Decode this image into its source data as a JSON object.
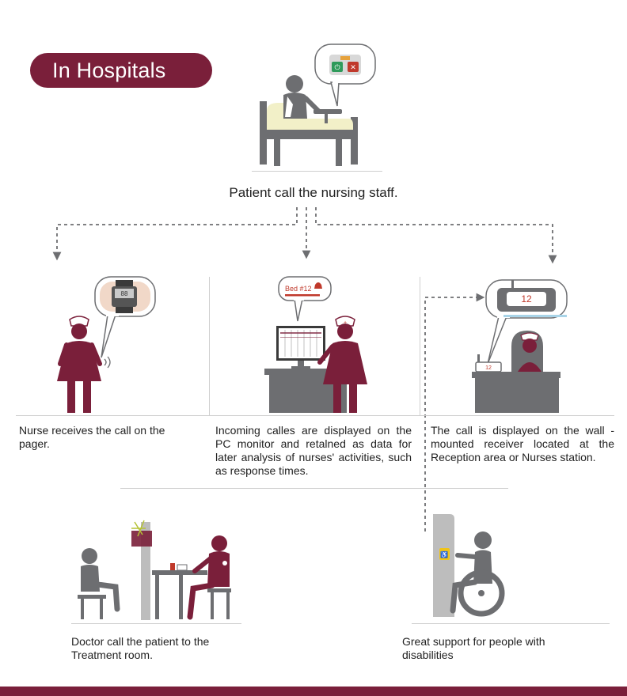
{
  "title": "In Hospitals",
  "heading": "Patient call the nursing staff.",
  "captions": {
    "pager": "Nurse receives the call on the pager.",
    "pc": "Incoming calles are displayed on the PC monitor and retalned as data for later analysis of nurses' activities, such as response times.",
    "wall": "The call is displayed on the wall -mounted receiver located at the Reception area or Nurses station.",
    "doctor": "Doctor call the patient to the Treatment room.",
    "disabled": "Great support for people with disabilities"
  },
  "bubbles": {
    "pc_bed": "Bed #12",
    "receiver_number": "12",
    "small_receiver_number": "12"
  },
  "colors": {
    "brand": "#7a1f3a",
    "gray": "#6d6e71",
    "light_gray": "#cfcfcf"
  },
  "icons": [
    "patient-bed-icon",
    "call-button-icon",
    "nurse-icon",
    "pager-watch-icon",
    "pc-monitor-icon",
    "wall-receiver-icon",
    "doctor-icon",
    "wheelchair-icon"
  ]
}
